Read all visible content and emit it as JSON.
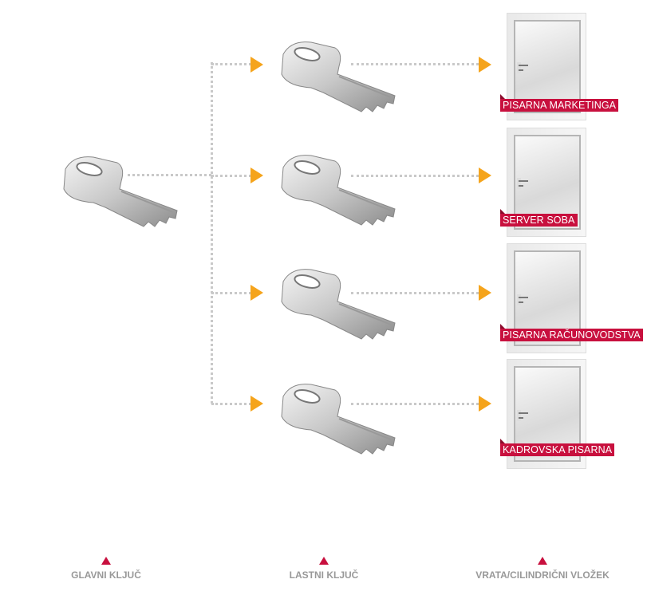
{
  "doors": [
    {
      "label": "PISARNA MARKETINGA"
    },
    {
      "label": "SERVER SOBA"
    },
    {
      "label": "PISARNA RAČUNOVODSTVA"
    },
    {
      "label": "KADROVSKA PISARNA"
    }
  ],
  "legend": {
    "master": "GLAVNI KLJUČ",
    "individual": "LASTNI KLJUČ",
    "door": "VRATA/CILINDRIČNI VLOŽEK"
  },
  "colors": {
    "accent": "#c8103e",
    "arrow": "#f5a41c",
    "line": "#c9c9c9"
  }
}
